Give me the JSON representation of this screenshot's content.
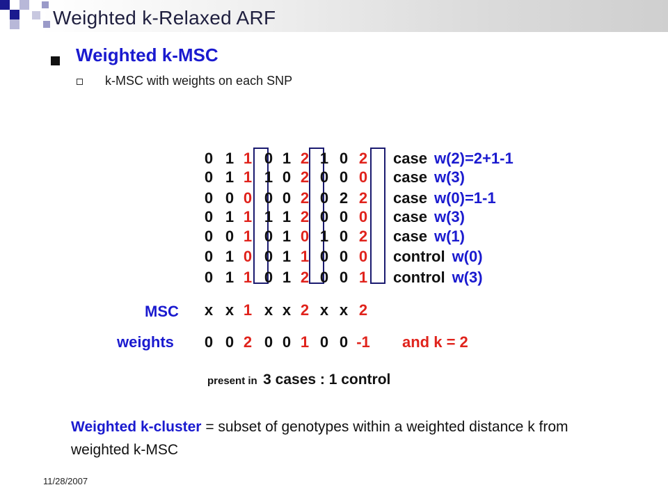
{
  "slide": {
    "title": "Weighted k-Relaxed ARF",
    "bullet": "Weighted k-MSC",
    "subbullet": "k-MSC with weights on each SNP",
    "date": "11/28/2007"
  },
  "matrix_rows": [
    {
      "cells": [
        "0",
        "1",
        "1",
        "0",
        "1",
        "2",
        "1",
        "0",
        "2"
      ],
      "label": "case",
      "weight": "w(2)=2+1-1"
    },
    {
      "cells": [
        "0",
        "1",
        "1",
        "1",
        "0",
        "2",
        "0",
        "0",
        "0"
      ],
      "label": "case",
      "weight": "w(3)"
    },
    {
      "cells": [
        "0",
        "0",
        "0",
        "0",
        "0",
        "2",
        "0",
        "2",
        "2"
      ],
      "label": "case",
      "weight": "w(0)=1-1"
    },
    {
      "cells": [
        "0",
        "1",
        "1",
        "1",
        "1",
        "2",
        "0",
        "0",
        "0"
      ],
      "label": "case",
      "weight": "w(3)"
    },
    {
      "cells": [
        "0",
        "0",
        "1",
        "0",
        "1",
        "0",
        "1",
        "0",
        "2"
      ],
      "label": "case",
      "weight": "w(1)"
    },
    {
      "cells": [
        "0",
        "1",
        "0",
        "0",
        "1",
        "1",
        "0",
        "0",
        "0"
      ],
      "label": "control",
      "weight": "w(0)"
    },
    {
      "cells": [
        "0",
        "1",
        "1",
        "0",
        "1",
        "2",
        "0",
        "0",
        "1"
      ],
      "label": "control",
      "weight": "w(3)"
    }
  ],
  "msc": {
    "label": "MSC",
    "cells": [
      "x",
      "x",
      "1",
      "x",
      "x",
      "2",
      "x",
      "x",
      "2"
    ]
  },
  "weights": {
    "label": "weights",
    "cells": [
      "0",
      "0",
      "2",
      "0",
      "0",
      "1",
      "0",
      "0",
      "-1"
    ],
    "note": "and k = 2"
  },
  "present": {
    "prefix": "present in",
    "text": "3 cases : 1 control"
  },
  "definition": {
    "term": "Weighted k-cluster",
    "text": " = subset of genotypes within a weighted distance k from weighted k-MSC"
  },
  "colors": {
    "accent_blue": "#1a1acf",
    "highlight_red": "#e0231c",
    "text": "#111111"
  }
}
